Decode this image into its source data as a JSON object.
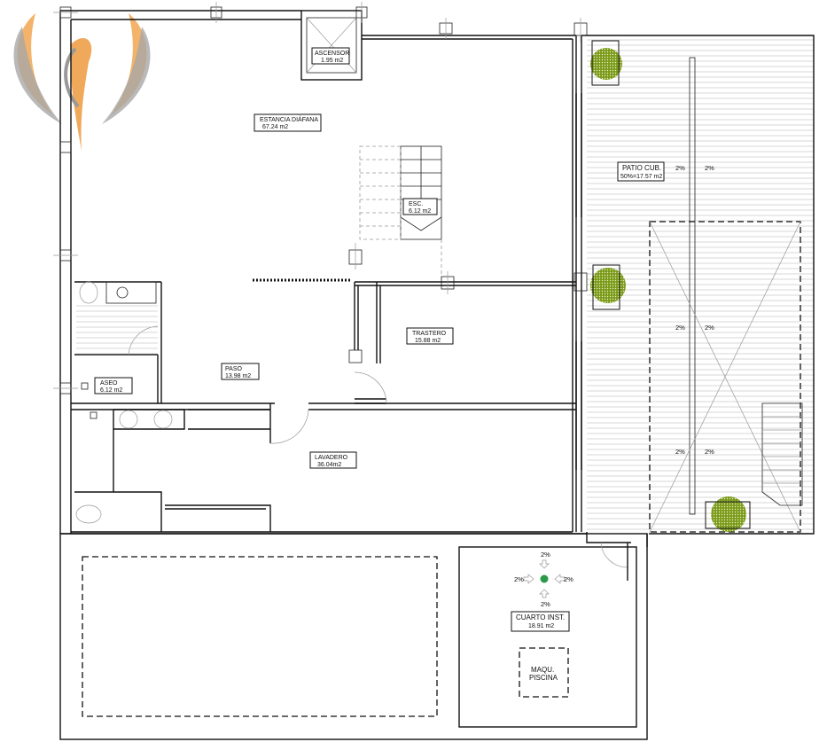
{
  "plan": {
    "rooms": {
      "ascensor": {
        "name": "ASCENSOR",
        "area": "1.95 m2"
      },
      "estancia": {
        "name": "ESTANCIA  DIÁFANA",
        "area": "67.24 m2"
      },
      "esc": {
        "name": "ESC.",
        "area": "6.12 m2"
      },
      "patio": {
        "name": "PATIO CUB.",
        "area": "50%=17.57 m2"
      },
      "trastero": {
        "name": "TRASTERO",
        "area": "15.88 m2"
      },
      "paso": {
        "name": "PASO",
        "area": "13.98 m2"
      },
      "aseo": {
        "name": "ASEO",
        "area": "6.12 m2"
      },
      "lavadero": {
        "name": "LAVADERO",
        "area": "36.04m2"
      },
      "cuarto": {
        "name": "CUARTO INST.",
        "area": "18.91 m2"
      },
      "maqu": {
        "line1": "MAQU.",
        "line2": "PISCINA"
      }
    },
    "slope": "2%",
    "colors": {
      "tree": "#7a9a1a",
      "drain": "#2a9a4a",
      "logo_orange": "#f0a95a",
      "logo_gray": "#9a9a9a"
    }
  }
}
